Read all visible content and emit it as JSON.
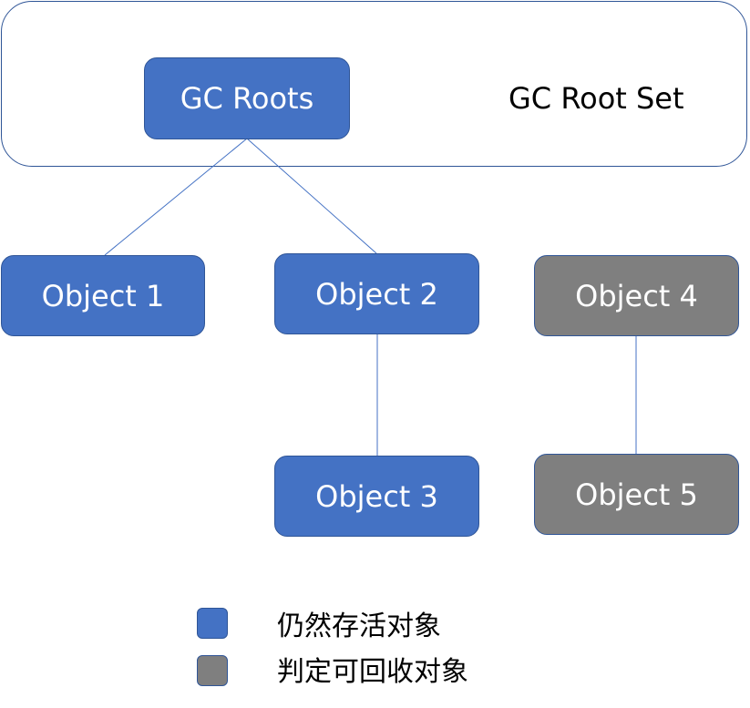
{
  "root_set": {
    "label": "GC Root Set"
  },
  "gc_roots": {
    "label": "GC Roots"
  },
  "objects": [
    {
      "id": "object-1",
      "label": "Object 1",
      "status": "live"
    },
    {
      "id": "object-2",
      "label": "Object 2",
      "status": "live"
    },
    {
      "id": "object-3",
      "label": "Object 3",
      "status": "live"
    },
    {
      "id": "object-4",
      "label": "Object 4",
      "status": "collectable"
    },
    {
      "id": "object-5",
      "label": "Object 5",
      "status": "collectable"
    }
  ],
  "edges": [
    {
      "from": "gc-roots",
      "to": "object-1"
    },
    {
      "from": "gc-roots",
      "to": "object-2"
    },
    {
      "from": "object-2",
      "to": "object-3"
    },
    {
      "from": "object-4",
      "to": "object-5"
    }
  ],
  "legend": {
    "live": {
      "label": "仍然存活对象",
      "color": "#4472C4"
    },
    "collectable": {
      "label": "判定可回收对象",
      "color": "#7F7F7F"
    }
  },
  "colors": {
    "live": "#4472C4",
    "collectable": "#7F7F7F",
    "outline": "#2F5597"
  }
}
